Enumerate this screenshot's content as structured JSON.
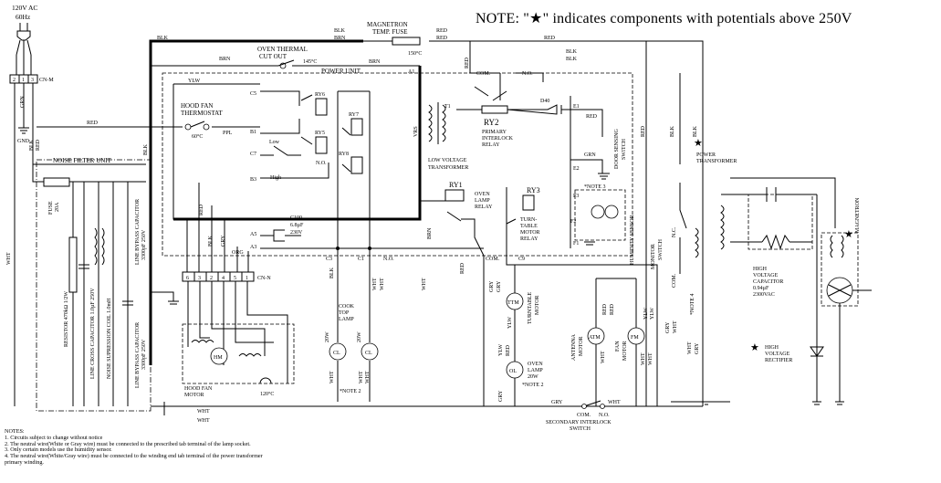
{
  "header": {
    "note_prefix": "NOTE: \"",
    "star": "★",
    "note_suffix": "\" indicates components with potentials above 250V"
  },
  "supply": {
    "voltage": "120V AC",
    "freq": "60Hz",
    "cn_m": "CN-M",
    "pins": [
      "2",
      "1",
      "3"
    ]
  },
  "wire_colors": {
    "blk": "BLK",
    "brn": "BRN",
    "red": "RED",
    "ylw": "YLW",
    "wht": "WHT",
    "grn": "GRN",
    "gry": "GRY",
    "org": "ORG",
    "ppl": "PPL"
  },
  "labels": {
    "gnd": "GND",
    "noise_filter": "NOISE FILTER UNIT",
    "fuse": "FUSE",
    "fuse_rating": "20A",
    "resistor": "RESISTOR 470kΩ 1/2W",
    "line_cross_cap": "LINE CROSS CAPACITOR 1.0µF 250V",
    "noise_coil": "NOISE SUPRESSION COIL 1.0mH",
    "line_bypass_cap_1": "LINE BYPASS CAPACITOR",
    "line_bypass_cap_1_val": "3300pF 250V",
    "line_bypass_cap_2": "LINE BYPASS CAPACITOR",
    "line_bypass_cap_2_val": "3300pF 250V",
    "magnetron_fuse": "MAGNETRON",
    "magnetron_fuse_2": "TEMP. FUSE",
    "fuse_temp": "150°C",
    "oven_thermal": "OVEN THERMAL",
    "cut_out": "CUT OUT",
    "cutout_temp": "145°C",
    "power_unit": "POWER UNIT",
    "hood_fan_thermo": "HOOD FAN",
    "thermostat": "THERMOSTAT",
    "thermo_temp": "60°C",
    "ry6": "RY6",
    "ry5": "RY5",
    "ry7": "RY7",
    "ry8": "RY8",
    "ry1": "RY1",
    "ry2": "RY2",
    "ry3": "RY3",
    "low": "Low",
    "high": "High",
    "no": "N.O.",
    "nc": "N.C.",
    "com": "COM.",
    "c100": "C100",
    "c100_val": "6.8µF",
    "c100_v": "230V",
    "cn_n": "CN-N",
    "cn_n_pins": [
      "6",
      "3",
      "2",
      "4",
      "5",
      "1"
    ],
    "hm": "HM",
    "hood_fan_motor_1": "HOOD FAN",
    "hood_fan_motor_2": "MOTOR",
    "motor_temp": "120°C",
    "t1": "T1",
    "vrs": "VRS",
    "low_voltage": "LOW VOLTAGE",
    "transformer": "TRANSFORMER",
    "primary": "PRIMARY",
    "interlock": "INTERLOCK",
    "relay": "RELAY",
    "d40": "D40",
    "door_sensing": "DOOR SENSING",
    "switch": "SWITCH",
    "oven": "OVEN",
    "lamp": "LAMP",
    "turn": "TURN-",
    "table": "TABLE",
    "motor": "MOTOR",
    "note3": "*NOTE 3",
    "humidity_sensor": "HUMIDITY SENSOR",
    "e1": "E1",
    "e2": "E2",
    "f1": "F1",
    "f2": "F2",
    "f3": "F3",
    "a1": "A1",
    "a3": "A3",
    "a5": "A5",
    "b1": "B1",
    "b3": "B3",
    "c1": "C1",
    "c3": "C3",
    "c5": "C5",
    "c7": "C7",
    "c9": "C9",
    "ttm": "TTM",
    "turntable_motor": "TURNTABLE",
    "atm": "ATM",
    "antenna_motor": "ANTENNA",
    "fm": "FM",
    "fan_motor": "FAN",
    "ol": "OL",
    "oven_lamp_1": "OVEN",
    "oven_lamp_2": "LAMP",
    "oven_lamp_w": "20W",
    "note2": "*NOTE 2",
    "cl": "CL",
    "cook": "COOK",
    "top": "TOP",
    "lamp_w": "20W",
    "secondary": "SECONDARY INTERLOCK",
    "monitor": "MONITOR",
    "note4": "*NOTE 4",
    "power_transformer_1": "POWER",
    "power_transformer_2": "TRANSFORMER",
    "hv_cap_1": "HIGH",
    "hv_cap_2": "VOLTAGE",
    "hv_cap_3": "CAPACITOR",
    "hv_cap_4": "0.94µF",
    "hv_cap_5": "2300VAC",
    "hv_rect_1": "HIGH",
    "hv_rect_2": "VOLTAGE",
    "hv_rect_3": "RECTIFIER",
    "magnetron": "MAGNETRON"
  },
  "notes": [
    "NOTES:",
    "1. Circuits subject to change without notice",
    "2. The neutral wire(White or Gray wire) must be connected to the prescribed tab terminal of the lamp socket.",
    "3. Only certain models use the humidity sensor.",
    "4. The neutral wire(White/Gray wire) must be connected to the winding end tab terminal of the power transformer",
    "    primary winding."
  ]
}
